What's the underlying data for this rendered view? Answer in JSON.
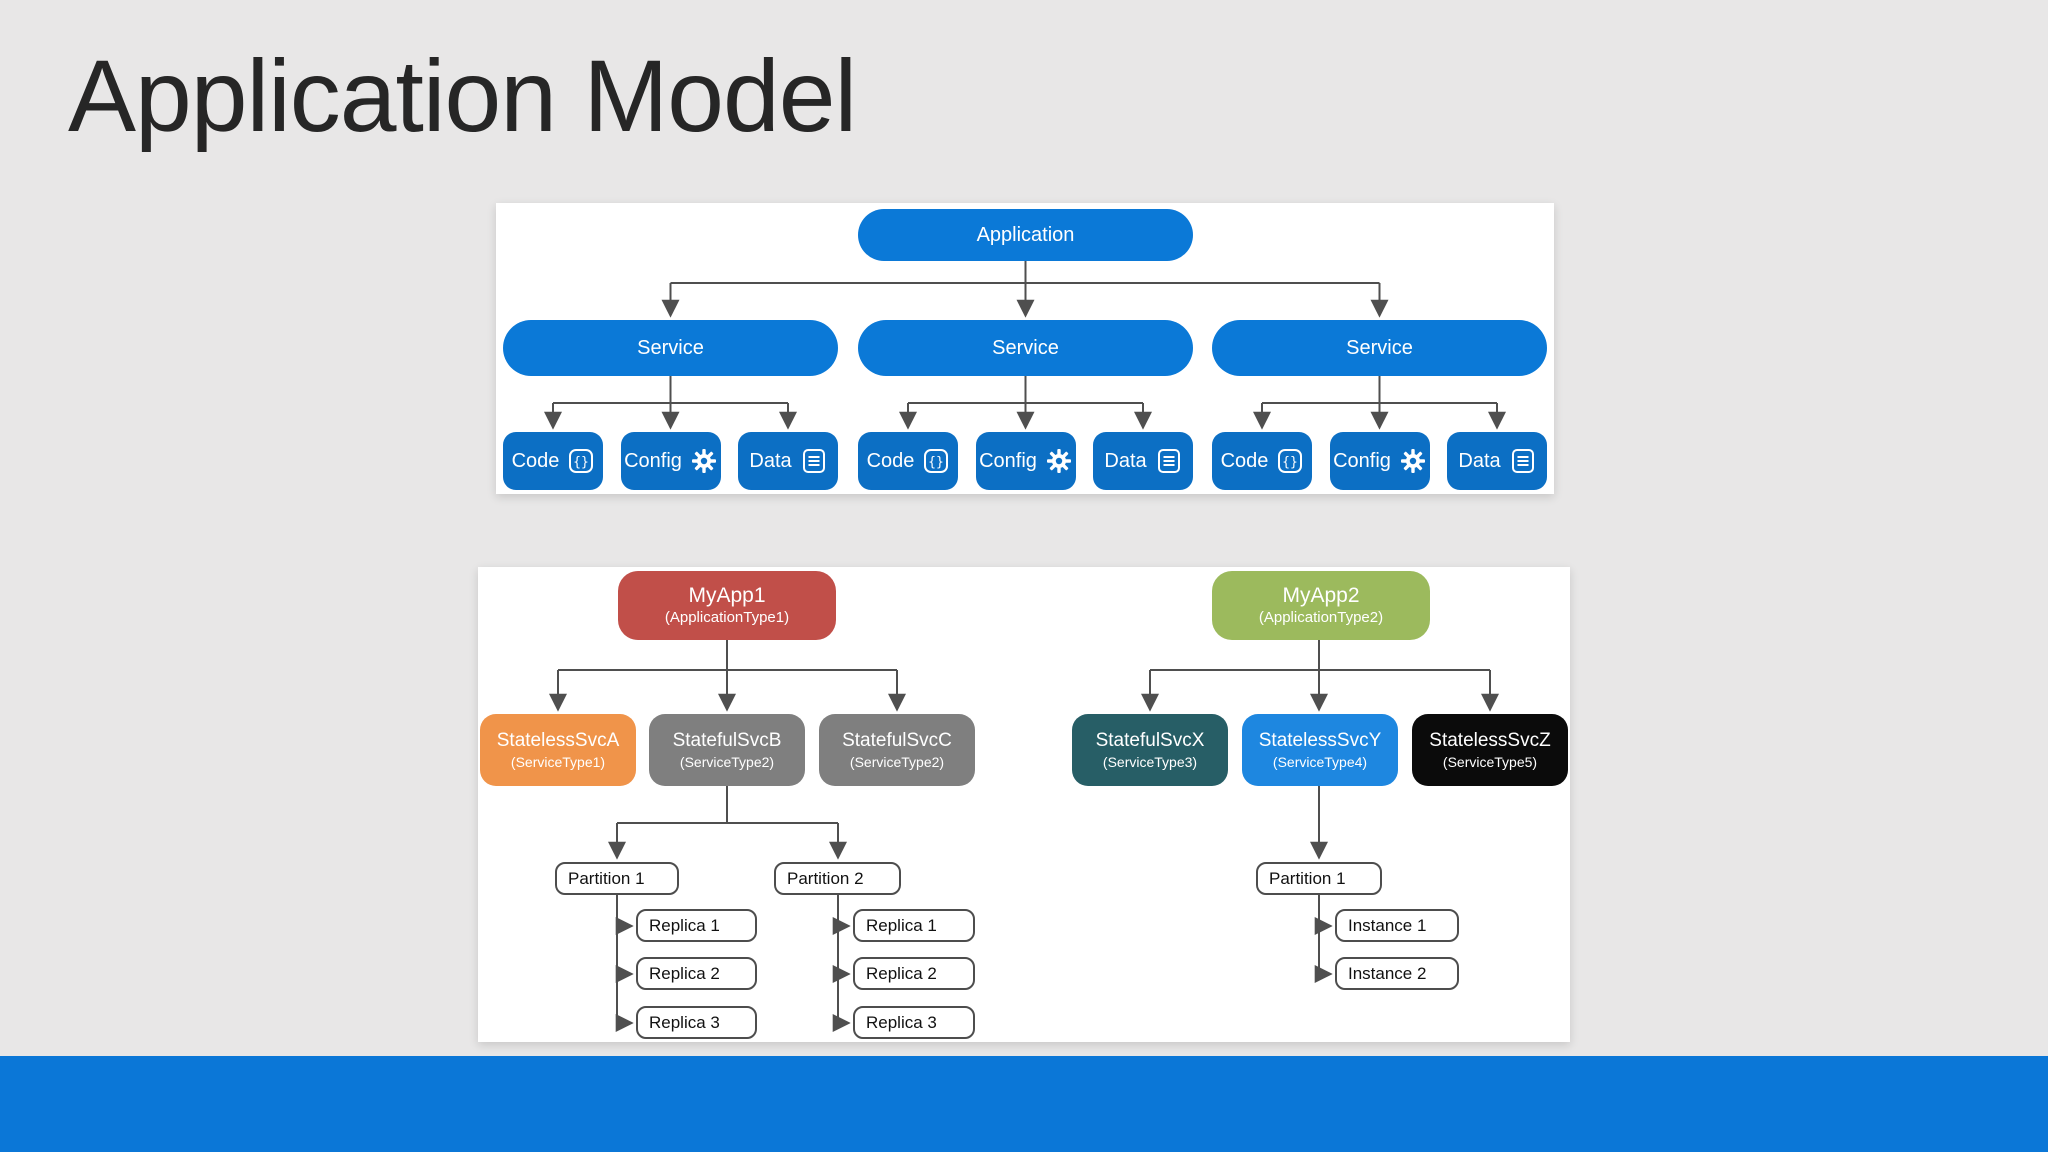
{
  "slide": {
    "title": "Application Model"
  },
  "colors": {
    "primary_blue": "#0b79d7",
    "component_blue": "#0c6fc4",
    "footer_blue": "#0b77d7",
    "app1_red": "#c14f49",
    "app2_green": "#9cba5d",
    "stateless_a_orange": "#f0944a",
    "stateful_gray": "#7f7f7f",
    "stateful_x_teal": "#275e66",
    "stateless_y_blue": "#1e87e0",
    "stateless_z_black": "#0b0b0b"
  },
  "top_diagram": {
    "application_label": "Application",
    "services": [
      "Service",
      "Service",
      "Service"
    ],
    "components": [
      {
        "label": "Code",
        "icon": "code-icon"
      },
      {
        "label": "Config",
        "icon": "gear-icon"
      },
      {
        "label": "Data",
        "icon": "document-icon"
      }
    ]
  },
  "bottom_diagram": {
    "apps": [
      {
        "name": "MyApp1",
        "type": "(ApplicationType1)"
      },
      {
        "name": "MyApp2",
        "type": "(ApplicationType2)"
      }
    ],
    "services": [
      {
        "name": "StatelessSvcA",
        "type": "(ServiceType1)"
      },
      {
        "name": "StatefulSvcB",
        "type": "(ServiceType2)"
      },
      {
        "name": "StatefulSvcC",
        "type": "(ServiceType2)"
      },
      {
        "name": "StatefulSvcX",
        "type": "(ServiceType3)"
      },
      {
        "name": "StatelessSvcY",
        "type": "(ServiceType4)"
      },
      {
        "name": "StatelessSvcZ",
        "type": "(ServiceType5)"
      }
    ],
    "partitions": [
      "Partition 1",
      "Partition 2",
      "Partition 1"
    ],
    "replicas_p1": [
      "Replica 1",
      "Replica 2",
      "Replica 3"
    ],
    "replicas_p2": [
      "Replica 1",
      "Replica 2",
      "Replica 3"
    ],
    "instances": [
      "Instance 1",
      "Instance 2"
    ]
  }
}
